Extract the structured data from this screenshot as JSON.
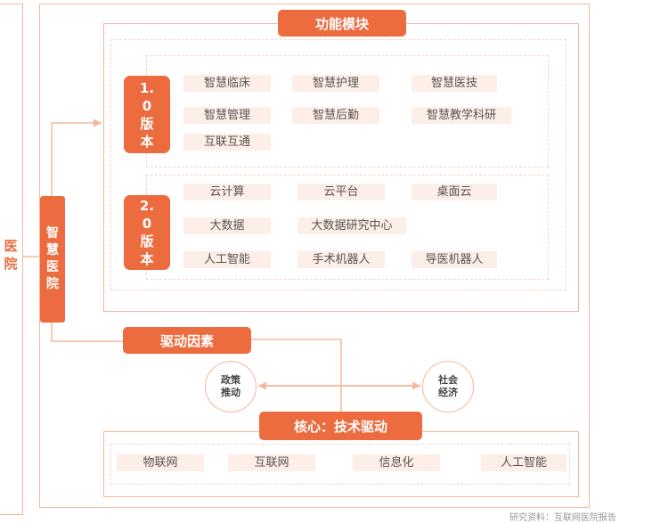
{
  "left_label": "医院",
  "title": "功能模块",
  "smart_hospital": "智慧医院",
  "drivers_label": "驱动因素",
  "core_label": "核心：技术驱动",
  "v1": {
    "label": "1.0版本",
    "items": [
      "智慧临床",
      "智慧护理",
      "智慧医技",
      "智慧管理",
      "智慧后勤",
      "智慧教学科研",
      "互联互通"
    ]
  },
  "v2": {
    "label": "2.0版本",
    "items": [
      "云计算",
      "云平台",
      "桌面云",
      "大数据",
      "大数据研究中心",
      "人工智能",
      "手术机器人",
      "导医机器人"
    ]
  },
  "circles": {
    "policy": "政策推动",
    "social": "社会经济"
  },
  "core_items": [
    "物联网",
    "互联网",
    "信息化",
    "人工智能"
  ],
  "source_text": "研究资料：互联网医院报告",
  "colors": {
    "accent": "#ec6b3f",
    "border": "#f5b79a",
    "item_bg": "#fdeee7"
  }
}
